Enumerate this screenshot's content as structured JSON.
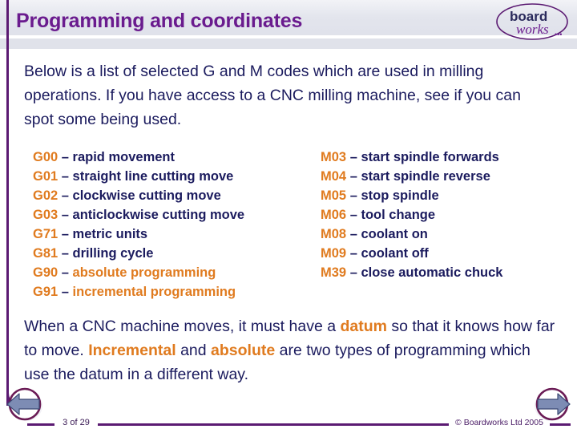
{
  "slide": {
    "title": "Programming and coordinates",
    "intro": "Below is a list of selected G and M codes which are used in milling operations. If you have access to a CNC milling machine, see if you can spot some being used.",
    "closing_parts": {
      "p1": "When a CNC machine moves, it must have a ",
      "h1": "datum",
      "p2": " so that it knows how far to move. ",
      "h2": "Incremental",
      "p3": " and ",
      "h3": "absolute",
      "p4": " are two types of programming which use the datum in a different way."
    }
  },
  "logo": {
    "word_top": "board",
    "word_bottom": "works",
    "dots": "•••"
  },
  "codes": {
    "dash": "–",
    "g_codes": [
      {
        "id": "G00",
        "desc": "rapid movement",
        "highlight": false
      },
      {
        "id": "G01",
        "desc": "straight line cutting move",
        "highlight": false
      },
      {
        "id": "G02",
        "desc": "clockwise cutting move",
        "highlight": false
      },
      {
        "id": "G03",
        "desc": "anticlockwise cutting move",
        "highlight": false
      },
      {
        "id": "G71",
        "desc": "metric units",
        "highlight": false
      },
      {
        "id": "G81",
        "desc": "drilling cycle",
        "highlight": false
      },
      {
        "id": "G90",
        "desc": "absolute programming",
        "highlight": true
      },
      {
        "id": "G91",
        "desc": "incremental programming",
        "highlight": true
      }
    ],
    "m_codes": [
      {
        "id": "M03",
        "desc": "start spindle forwards",
        "highlight": false
      },
      {
        "id": "M04",
        "desc": "start spindle reverse",
        "highlight": false
      },
      {
        "id": "M05",
        "desc": "stop spindle",
        "highlight": false
      },
      {
        "id": "M06",
        "desc": "tool change",
        "highlight": false
      },
      {
        "id": "M08",
        "desc": "coolant on",
        "highlight": false
      },
      {
        "id": "M09",
        "desc": "coolant off",
        "highlight": false
      },
      {
        "id": "M39",
        "desc": "close automatic chuck",
        "highlight": false
      }
    ]
  },
  "footer": {
    "page_number": "3 of 29",
    "copyright": "© Boardworks Ltd 2005"
  },
  "nav": {
    "prev_label": "previous-slide",
    "next_label": "next-slide"
  },
  "colors": {
    "title_purple": "#6a1b8e",
    "body_navy": "#1b1b5e",
    "accent_orange": "#e07b1f",
    "rule_purple": "#5b1a72",
    "arrow_fill": "#7d8cb4",
    "header_band": "#e3e5ed"
  }
}
